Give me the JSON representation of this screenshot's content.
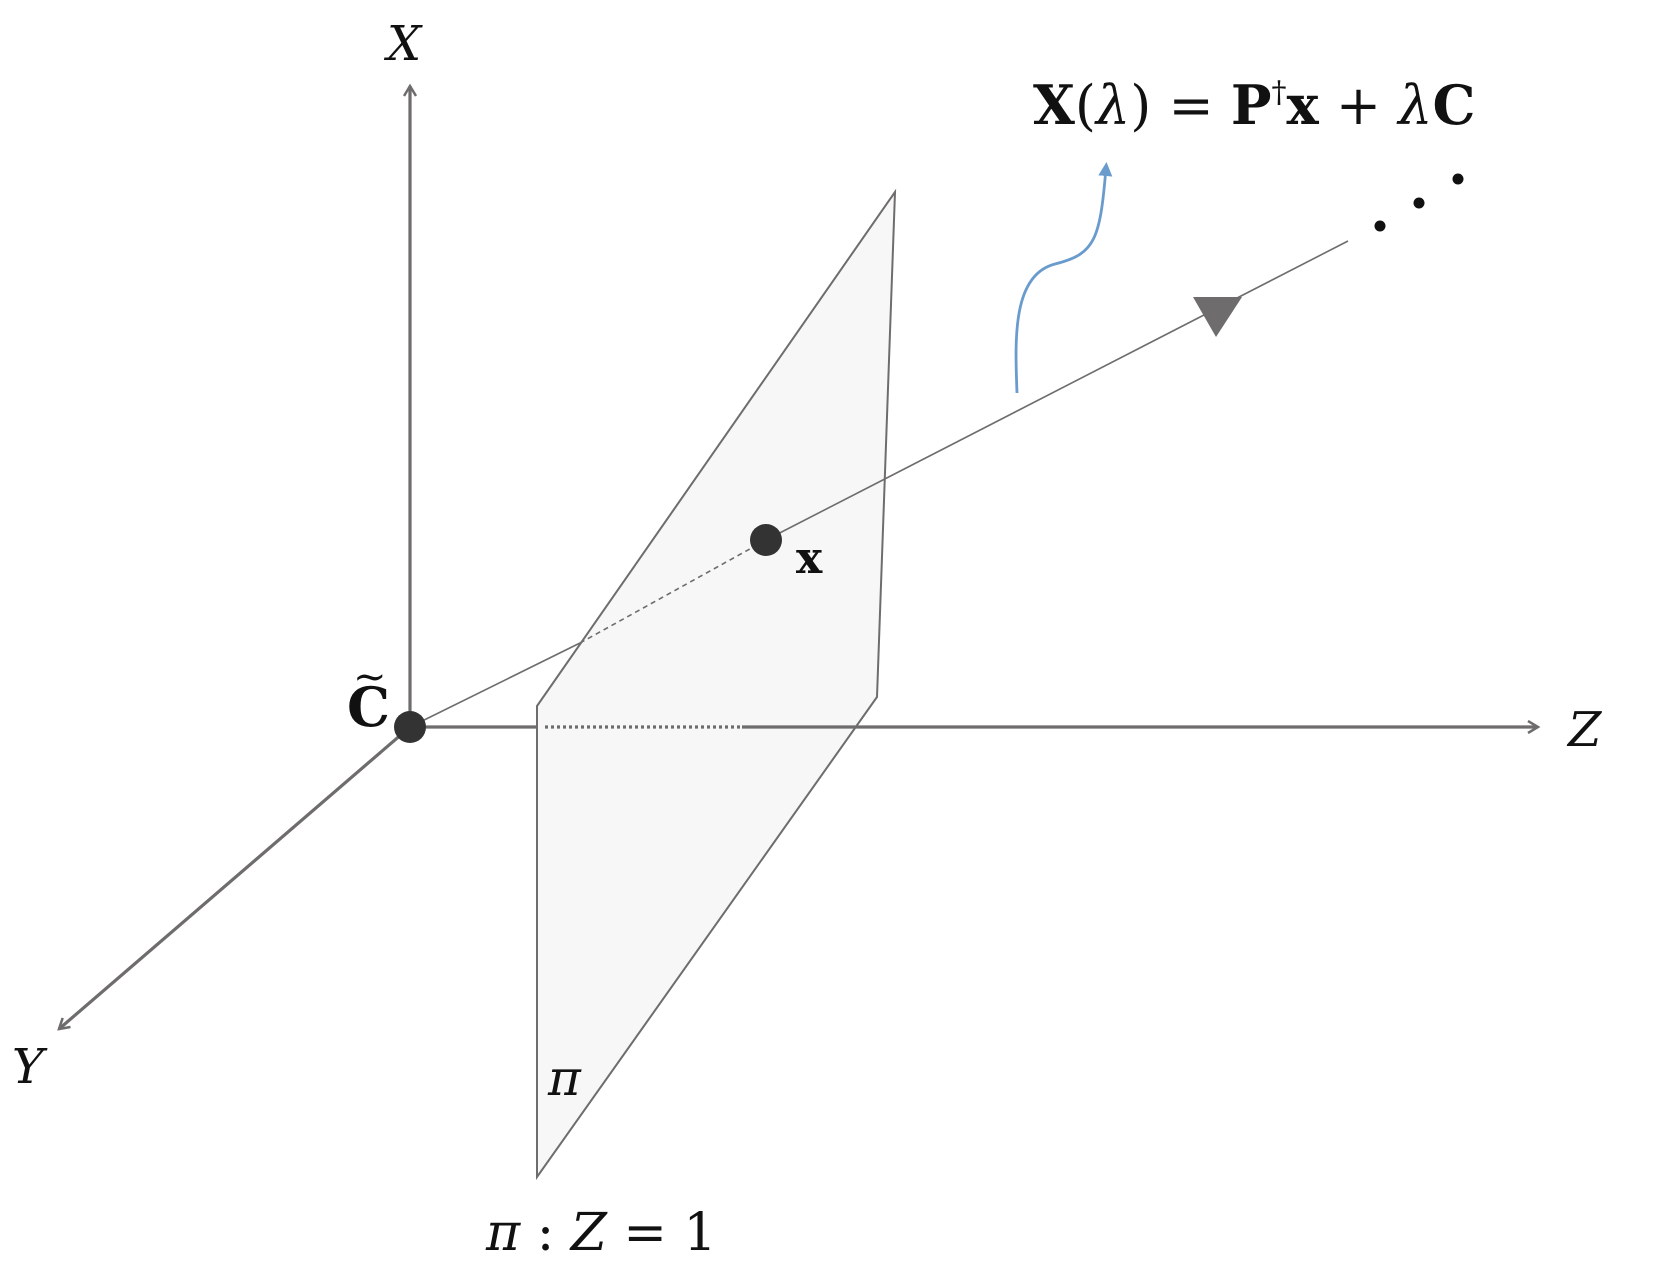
{
  "axes": {
    "x_label": "X",
    "y_label": "Y",
    "z_label": "Z"
  },
  "camera_center": {
    "label": "C",
    "accent": "~"
  },
  "image_point": {
    "label": "x"
  },
  "ray_equation": {
    "parts": {
      "X": "X",
      "open": "(",
      "lambda1": "λ",
      "close": ")",
      "equals": " = ",
      "P": "P",
      "dagger": "†",
      "x": "x",
      "plus": " + ",
      "lambda2": "λ",
      "C": "C"
    }
  },
  "plane": {
    "symbol": "π",
    "caption": {
      "pi": "π",
      "colon": " : ",
      "Z": "Z",
      "eq": " = 1"
    }
  },
  "colors": {
    "axis": "#6e6c6d",
    "plane_fill": "#f7f7f7",
    "plane_edge": "#6e6c6d",
    "point": "#333333",
    "ray": "#6e6c6d",
    "arrowhead": "#6e6c6d",
    "callout": "#6a9bcd",
    "text": "#111111"
  }
}
